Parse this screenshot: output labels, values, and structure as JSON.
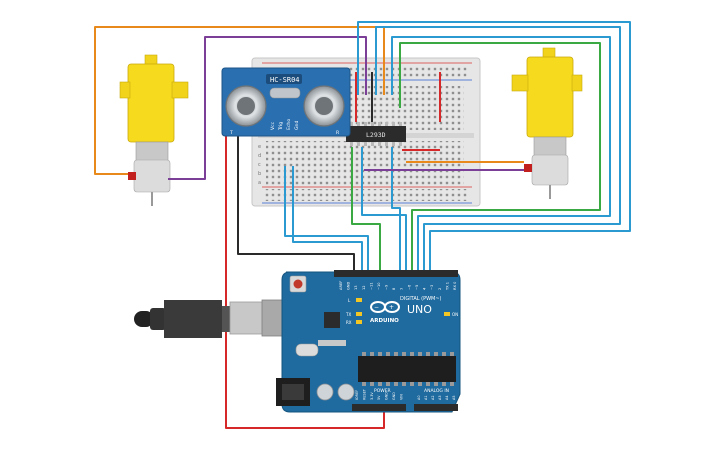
{
  "sensor": {
    "model": "HC-SR04",
    "pin_labels": [
      "Vcc",
      "Trig",
      "Echo",
      "Gnd"
    ],
    "corner_left": "T",
    "corner_right": "R"
  },
  "driver": {
    "chip_label": "L293D"
  },
  "arduino": {
    "brand": "ARDUINO",
    "model": "UNO",
    "digital_label": "DIGITAL (PWM~)",
    "power_label": "POWER",
    "analog_label": "ANALOG IN",
    "on_label": "ON",
    "led_labels": [
      "L",
      "TX",
      "RX"
    ],
    "top_pin_labels": [
      "AREF",
      "GND",
      "13",
      "12",
      "~11",
      "~10",
      "~9",
      "8",
      "7",
      "~6",
      "~5",
      "4",
      "~3",
      "2",
      "TX 1",
      "RX 0"
    ],
    "power_pin_labels": [
      "IOREF",
      "RESET",
      "3.3V",
      "5V",
      "GND",
      "GND",
      "VIN"
    ],
    "analog_pin_labels": [
      "A0",
      "A1",
      "A2",
      "A3",
      "A4",
      "A5"
    ]
  },
  "breadboard": {
    "row_letters_top": [
      "j",
      "i",
      "h",
      "g",
      "f"
    ],
    "row_letters_bottom": [
      "e",
      "d",
      "c",
      "b",
      "a"
    ]
  },
  "colors": {
    "wire_orange": "#e8891c",
    "wire_purple": "#7b3f98",
    "wire_blue": "#2b9ad1",
    "wire_green": "#3aa843",
    "wire_red": "#d62828",
    "wire_black": "#2a2a2a",
    "motor_yellow": "#f5da1e",
    "board_blue": "#1f6a9e",
    "sensor_blue": "#2a6fb0"
  }
}
